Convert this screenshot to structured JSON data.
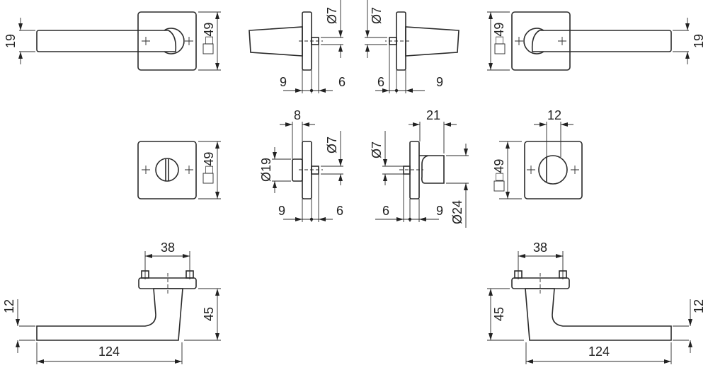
{
  "drawing": {
    "row1_left": {
      "lever_height": "19",
      "rosette": "□49",
      "spindle": "Ø7",
      "offset_left": "9",
      "offset_right": "6"
    },
    "row1_right": {
      "lever_height": "19",
      "rosette": "□49",
      "spindle": "Ø7",
      "offset_left": "6",
      "offset_right": "9"
    },
    "row2_left": {
      "rosette": "□49",
      "turn_width": "8",
      "turn_diameter": "Ø19",
      "spindle": "Ø7",
      "offset_left": "9",
      "offset_right": "6"
    },
    "row2_right": {
      "rosette": "□49",
      "knob_length": "21",
      "knob_diameter": "Ø24",
      "spindle": "Ø7",
      "slot_width": "12",
      "offset_left": "6",
      "offset_right": "9"
    },
    "row3_left": {
      "screw_spacing": "38",
      "height": "45",
      "lever_thickness": "12",
      "length": "124"
    },
    "row3_right": {
      "screw_spacing": "38",
      "height": "45",
      "lever_thickness": "12",
      "length": "124"
    }
  }
}
